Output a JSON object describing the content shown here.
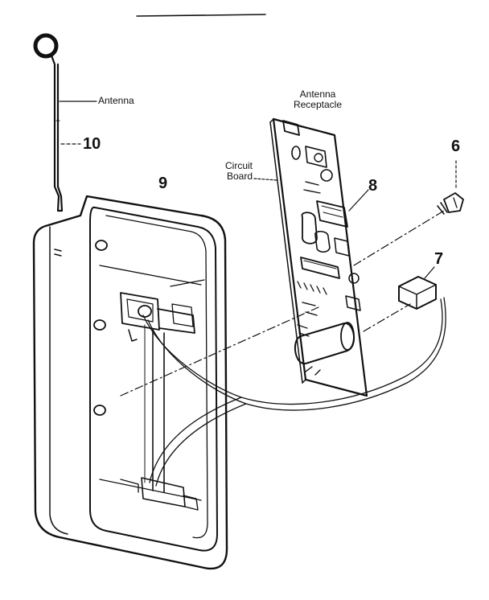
{
  "labels": {
    "antenna": "Antenna",
    "antenna_receptacle_line1": "Antenna",
    "antenna_receptacle_line2": "Receptacle",
    "circuit_board_line1": "Circuit",
    "circuit_board_line2": "Board"
  },
  "part_numbers": {
    "antenna_rod": "10",
    "housing": "9",
    "circuit_board": "8",
    "screw": "6",
    "connector": "7"
  },
  "colors": {
    "ink": "#111111",
    "paper": "#ffffff"
  }
}
